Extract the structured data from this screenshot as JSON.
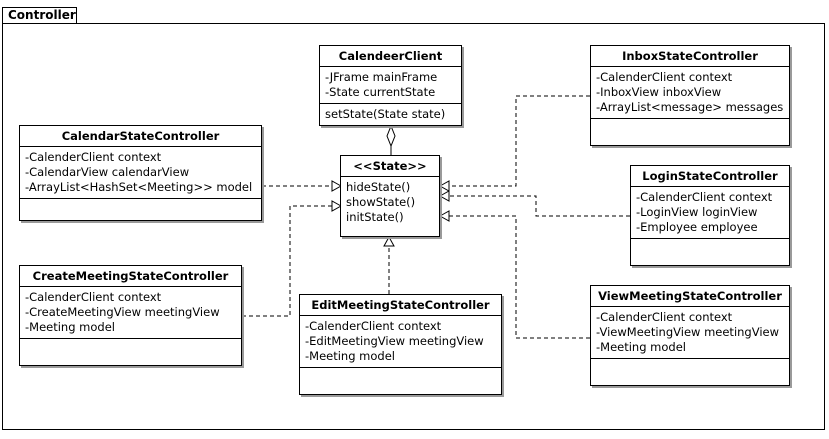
{
  "package": {
    "name": "Controller"
  },
  "classes": [
    {
      "id": "calendeer",
      "name": "CalendeerClient",
      "attributes": [
        "-JFrame mainFrame",
        "-State currentState"
      ],
      "operations": [
        "setState(State state)"
      ]
    },
    {
      "id": "state",
      "name": "<<State>>",
      "attributes": [],
      "operations": [
        "hideState()",
        "showState()",
        "initState()"
      ]
    },
    {
      "id": "calendar",
      "name": "CalendarStateController",
      "attributes": [
        "-CalenderClient context",
        "-CalendarView calendarView",
        "-ArrayList<HashSet<Meeting>> model"
      ],
      "operations": []
    },
    {
      "id": "create",
      "name": "CreateMeetingStateController",
      "attributes": [
        "-CalenderClient context",
        "-CreateMeetingView meetingView",
        "-Meeting model"
      ],
      "operations": []
    },
    {
      "id": "edit",
      "name": "EditMeetingStateController",
      "attributes": [
        "-CalenderClient context",
        "-EditMeetingView meetingView",
        "-Meeting model"
      ],
      "operations": []
    },
    {
      "id": "inbox",
      "name": "InboxStateController",
      "attributes": [
        "-CalenderClient context",
        "-InboxView inboxView",
        "-ArrayList<message> messages"
      ],
      "operations": []
    },
    {
      "id": "login",
      "name": "LoginStateController",
      "attributes": [
        "-CalenderClient context",
        "-LoginView loginView",
        "-Employee employee"
      ],
      "operations": []
    },
    {
      "id": "view",
      "name": "ViewMeetingStateController",
      "attributes": [
        "-CalenderClient context",
        "-ViewMeetingView meetingView",
        "-Meeting model"
      ],
      "operations": []
    }
  ],
  "relations": [
    {
      "from": "calendeer",
      "to": "state",
      "kind": "aggregation"
    },
    {
      "from": "calendar",
      "to": "state",
      "kind": "realization"
    },
    {
      "from": "create",
      "to": "state",
      "kind": "realization"
    },
    {
      "from": "edit",
      "to": "state",
      "kind": "realization"
    },
    {
      "from": "inbox",
      "to": "state",
      "kind": "realization"
    },
    {
      "from": "login",
      "to": "state",
      "kind": "realization"
    },
    {
      "from": "view",
      "to": "state",
      "kind": "realization"
    }
  ]
}
